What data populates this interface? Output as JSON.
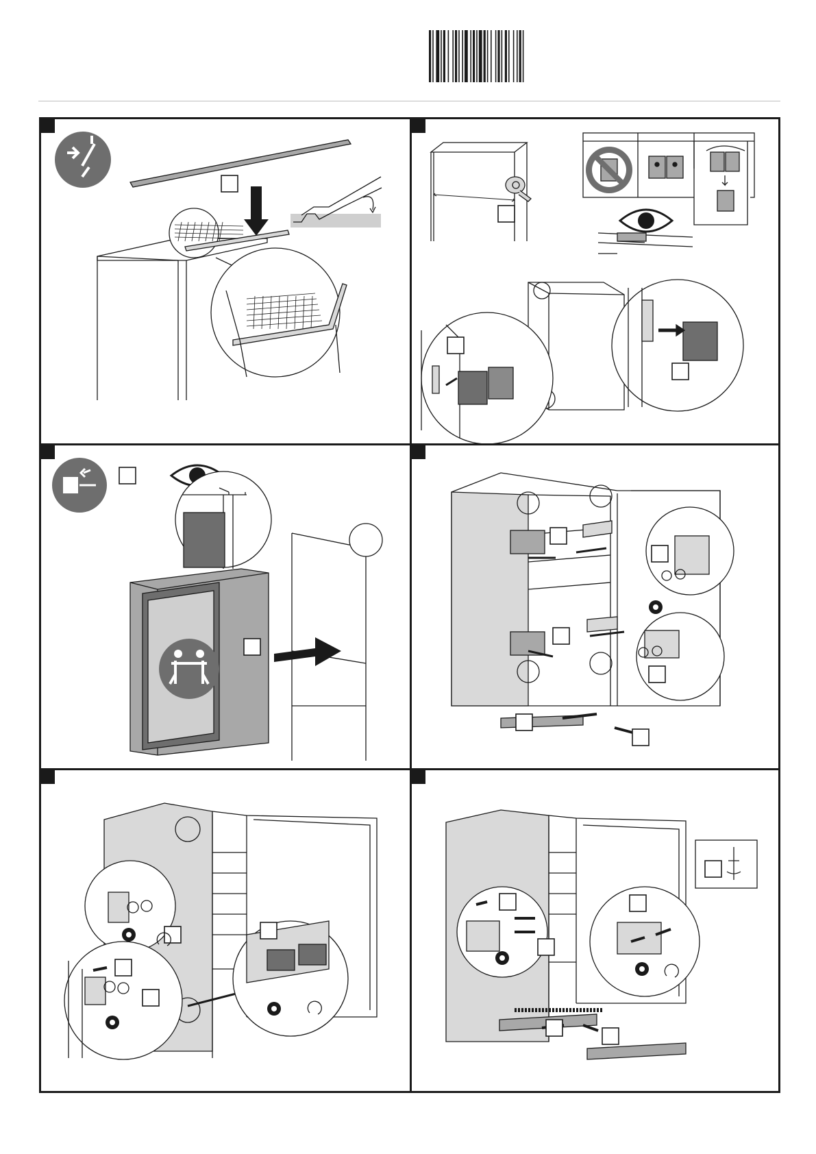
{
  "document": {
    "barcode": {
      "type": "barcode"
    },
    "panels": [
      {
        "id": 1,
        "marker": "black-square",
        "icons": [
          "tools-required-icon"
        ],
        "callout_boxes": 1
      },
      {
        "id": 2,
        "marker": "black-square",
        "icons": [
          "eye-icon",
          "tape-measure-icon",
          "no-hinge-icon",
          "hinge-plate-icon",
          "hinge-rotate-icon"
        ],
        "callout_boxes": 3
      },
      {
        "id": 3,
        "marker": "black-square",
        "icons": [
          "unplug-icon",
          "eye-icon",
          "two-person-lift-icon"
        ],
        "callout_boxes": 2
      },
      {
        "id": 4,
        "marker": "black-square",
        "icons": [
          "torx-icon"
        ],
        "callout_boxes": 6
      },
      {
        "id": 5,
        "marker": "black-square",
        "icons": [
          "torx-icon",
          "rotate-icon"
        ],
        "callout_boxes": 4
      },
      {
        "id": 6,
        "marker": "black-square",
        "icons": [
          "torx-icon",
          "rotate-icon",
          "screw-icon"
        ],
        "callout_boxes": 5
      }
    ]
  },
  "colors": {
    "line": "#1a1a1a",
    "icon_circle": "#6e6e6e",
    "fill_light": "#d9d9d9",
    "fill_mid": "#a8a8a8"
  }
}
